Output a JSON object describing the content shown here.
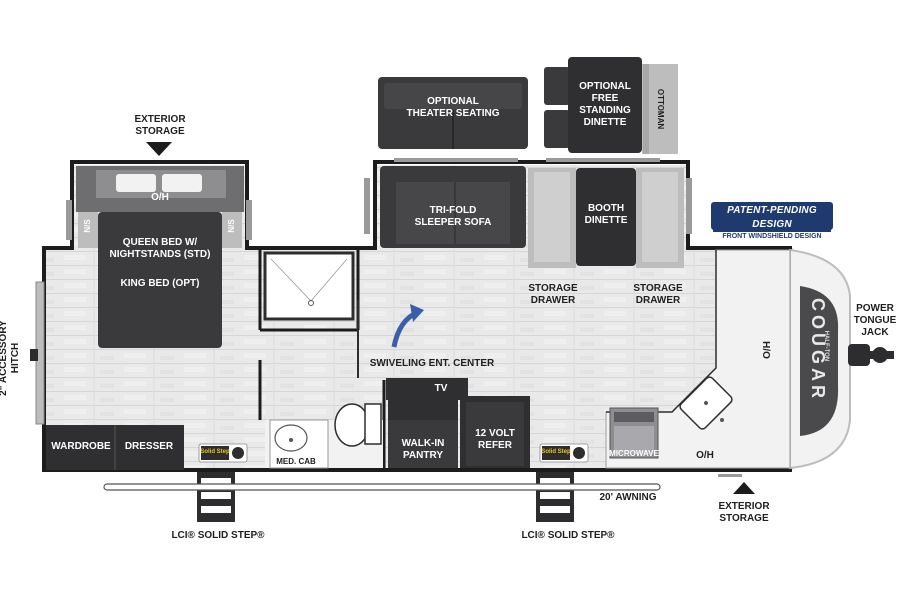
{
  "labels": {
    "exterior_storage_top": [
      "EXTERIOR",
      "STORAGE"
    ],
    "oh_bedroom": "O/H",
    "ns_left": "N/S",
    "ns_right": "N/S",
    "queen_bed": [
      "QUEEN BED W/",
      "NIGHTSTANDS (STD)"
    ],
    "king_bed": "KING BED (OPT)",
    "theater_seating": [
      "OPTIONAL",
      "THEATER SEATING"
    ],
    "free_standing_dinette": [
      "OPTIONAL",
      "FREE",
      "STANDING",
      "DINETTE"
    ],
    "ottoman": "OTTOMAN",
    "sleeper_sofa": [
      "TRI-FOLD",
      "SLEEPER SOFA"
    ],
    "booth_dinette": [
      "BOOTH",
      "DINETTE"
    ],
    "storage_drawer_left": [
      "STORAGE",
      "DRAWER"
    ],
    "storage_drawer_right": [
      "STORAGE",
      "DRAWER"
    ],
    "swiveling_ent_center": "SWIVELING ENT. CENTER",
    "tv": "TV",
    "walk_in_pantry": [
      "WALK-IN",
      "PANTRY"
    ],
    "refer": [
      "12 VOLT",
      "REFER"
    ],
    "microwave": "MICROWAVE",
    "oh_kitchen": "O/H",
    "ho": "H/O",
    "med_cab": "MED. CAB",
    "wardrobe": "WARDROBE",
    "dresser": "DRESSER",
    "accessory_hitch": [
      "2\" ACCESSORY",
      "HITCH"
    ],
    "power_tongue_jack": [
      "POWER",
      "TONGUE",
      "JACK"
    ],
    "awning": "20' AWNING",
    "solid_step_left": "LCI® SOLID STEP®",
    "solid_step_right": "LCI® SOLID STEP®",
    "exterior_storage_bottom": [
      "EXTERIOR",
      "STORAGE"
    ],
    "solid_step_logo_text": "Solid Step"
  },
  "badge": {
    "line1": "PATENT-PENDING DESIGN",
    "line2": "FRONT WINDSHIELD DESIGN"
  },
  "brand": {
    "name": "COUGAR",
    "sub": "HALF-TON"
  },
  "colors": {
    "dark_fixture": "#3a3a3c",
    "floor": "#e6e6e6",
    "wall": "#1c1c1c",
    "badge_blue": "#1e3a6e",
    "grey_panel": "#bdbdbd"
  }
}
